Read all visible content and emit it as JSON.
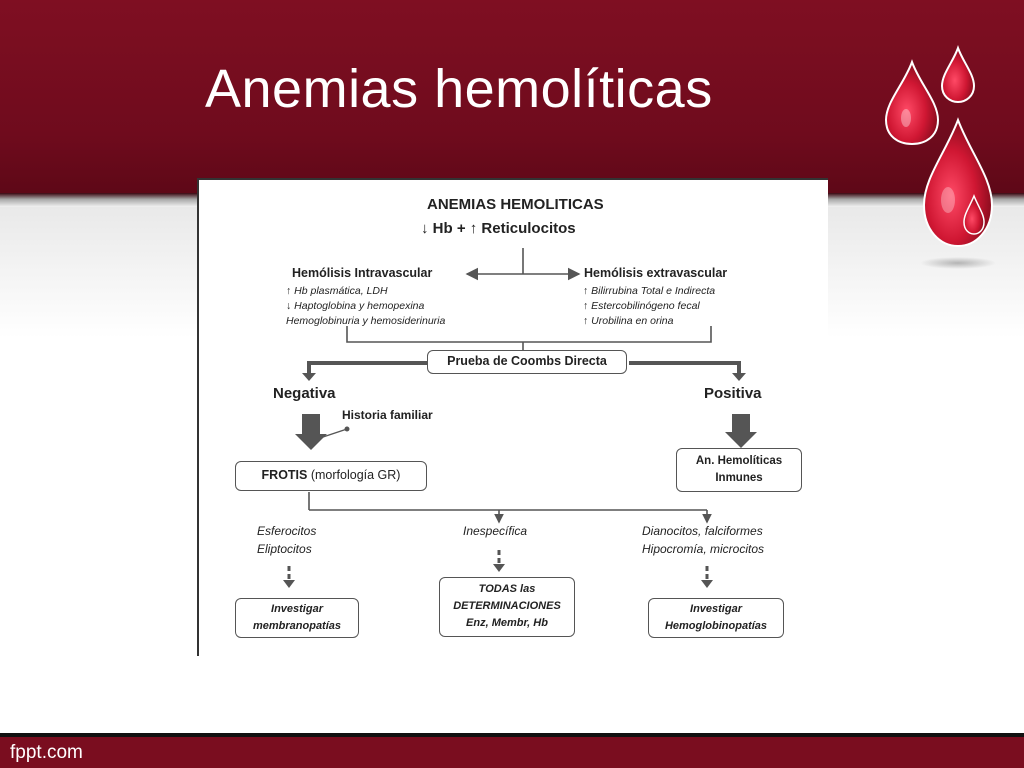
{
  "slide": {
    "title": "Anemias hemolíticas",
    "footer": "fppt.com"
  },
  "colors": {
    "header": "#7f0f22",
    "footer": "#7a0d1f",
    "drop": "#c8102e"
  },
  "diagram": {
    "heading": "ANEMIAS HEMOLITICAS",
    "subheading": "↓ Hb  + ↑ Reticulocitos",
    "intravascular": {
      "title": "Hemólisis Intravascular",
      "lines": [
        "↑ Hb plasmática, LDH",
        "↓ Haptoglobina y hemopexina",
        "Hemoglobinuria y hemosiderinuria"
      ]
    },
    "extravascular": {
      "title": "Hemólisis extravascular",
      "lines": [
        "↑ Bilirrubina Total e Indirecta",
        "↑ Estercobilinógeno fecal",
        "↑ Urobilina en orina"
      ]
    },
    "coombs": "Prueba de Coombs Directa",
    "negativa": "Negativa",
    "positiva": "Positiva",
    "historia": "Historia familiar",
    "frotis_bold": "FROTIS",
    "frotis_rest": " (morfología GR)",
    "inmunes": [
      "An. Hemolíticas",
      "Inmunes"
    ],
    "branch_left": [
      "Esferocitos",
      "Eliptocitos"
    ],
    "branch_mid": [
      "Inespecífica"
    ],
    "branch_right": [
      "Dianocitos, falciformes",
      "Hipocromía, microcitos"
    ],
    "box_left": [
      "Investigar",
      "membranopatías"
    ],
    "box_mid": [
      "TODAS  las",
      "DETERMINACIONES",
      "Enz, Membr, Hb"
    ],
    "box_right": [
      "Investigar",
      "Hemoglobinopatías"
    ]
  }
}
